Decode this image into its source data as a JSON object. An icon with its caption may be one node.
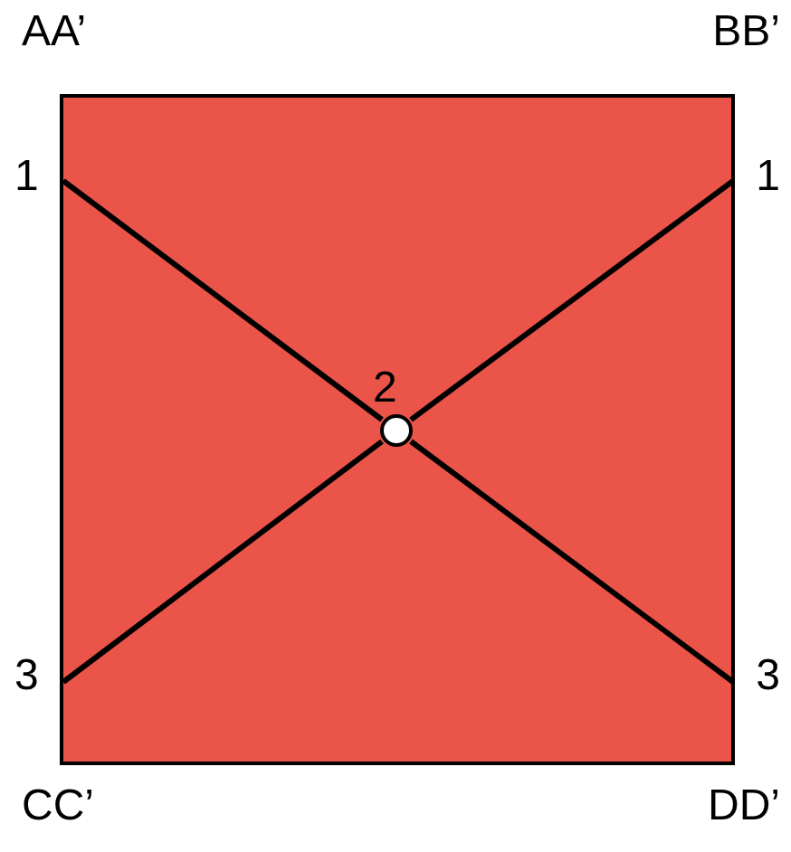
{
  "diagram": {
    "nodes": [
      {
        "text": [],
        "shape": "box"
      },
      {
        "text": [],
        "shape": "circle",
        "beside": [
          "2"
        ],
        "in": 0
      }
    ],
    "edges": [
      {
        "from": null,
        "to": 1,
        "arrow": "none"
      },
      {
        "from": 1,
        "to": null,
        "arrow": "none"
      },
      {
        "from": null,
        "to": 1,
        "arrow": "none"
      },
      {
        "from": 1,
        "to": null,
        "arrow": "none"
      }
    ],
    "labels": [
      "AA’",
      "BB’",
      "1",
      "1",
      "3",
      "3",
      "CC’",
      "DD’"
    ]
  }
}
